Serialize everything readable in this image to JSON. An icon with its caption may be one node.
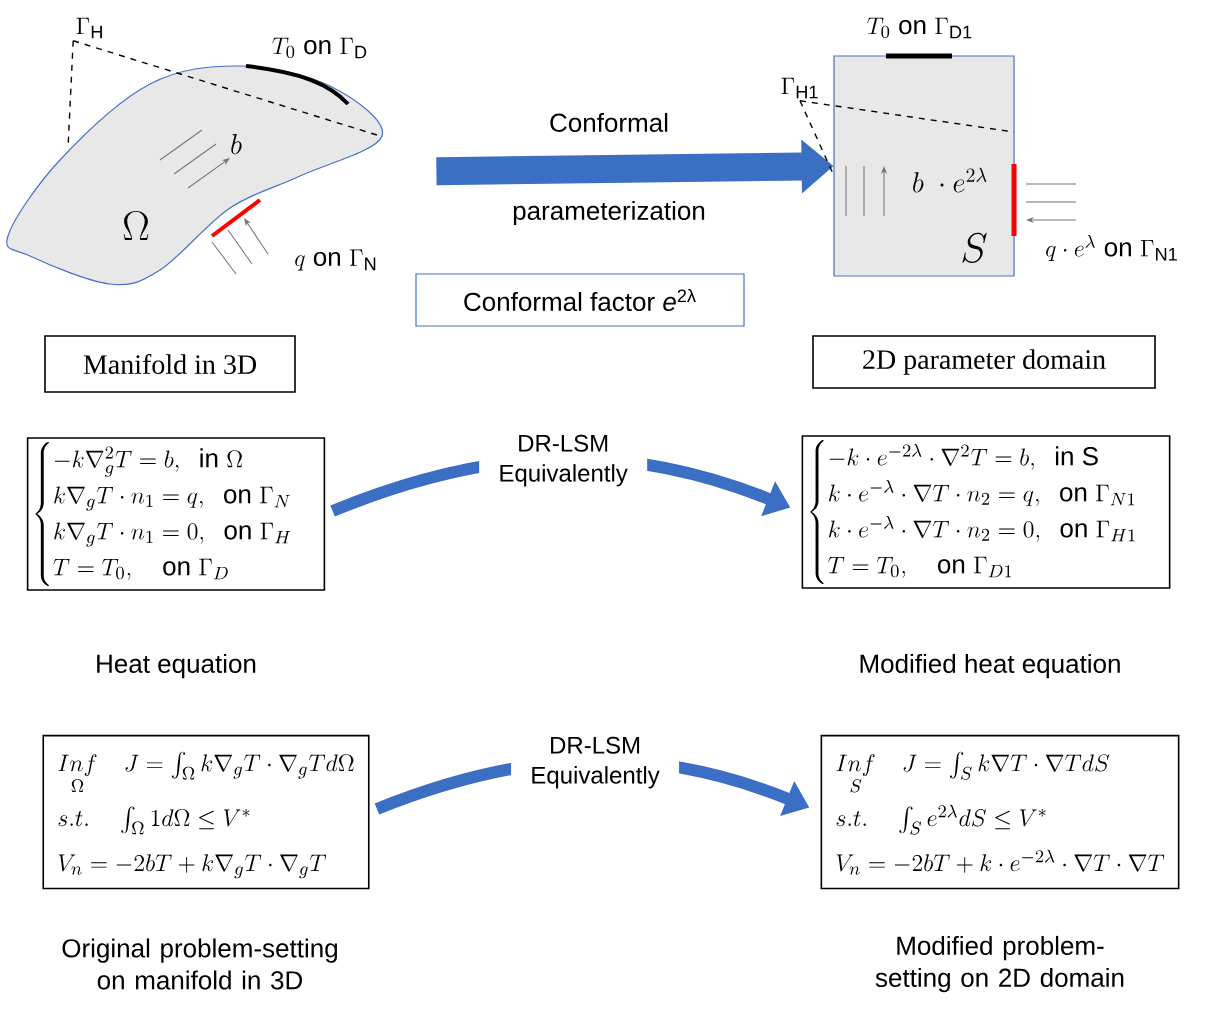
{
  "diagram": {
    "nodes": [
      {
        "text": [
          "b",
          "\\Omega"
        ],
        "beside": [
          "T_0~\\mathrm{on}~\\Gamma_{\\mathrm{D}}",
          "q~\\mathrm{on}~\\Gamma_{\\mathrm{N}}"
        ]
      },
      {
        "text": [
          "b~\\cdot e^{2\\lambda}",
          "S"
        ],
        "beside": [
          "T_0~\\mathrm{on}~\\Gamma_{\\mathrm{D1}}",
          "q\\cdot e^{\\lambda}~\\mathrm{on}~\\Gamma_{\\mathrm{N1}}"
        ]
      },
      {
        "text": [
          "Conformal factor *e*$^{2λ}$"
        ]
      },
      {
        "text": [
          "Manifold in 3D"
        ]
      },
      {
        "text": [
          "\\begin{cases} -k\\nabla_g^2 T = b,~~\\mathrm{in}~\\Omega \\\\ k\\nabla_g T\\cdot n_1 = q,~~\\mathrm{on}~\\Gamma_N \\\\ k\\nabla_g T\\cdot n_1 = 0,~~\\mathrm{on}~\\Gamma_H \\\\ T = T_0,\\quad \\mathrm{on}~\\Gamma_D \\end{cases}"
        ],
        "beside": [
          "Heat equation"
        ]
      },
      {
        "text": [
          "2D parameter domain"
        ]
      },
      {
        "text": [
          "\\begin{cases} -k\\cdot e^{-2\\lambda}\\cdot\\nabla^2 T = b,~~\\mathrm{in~S} \\\\ k\\cdot e^{-\\lambda}\\cdot\\nabla T\\cdot n_2 = q,~~\\mathrm{on}~\\Gamma_{N1} \\\\ k\\cdot e^{-\\lambda}\\cdot\\nabla T\\cdot n_2 = 0,~~\\mathrm{on}~\\Gamma_{H1} \\\\ T = T_0,\\quad \\mathrm{on}~\\Gamma_{D1} \\end{cases}"
        ],
        "beside": [
          "Modified heat equation"
        ]
      },
      {
        "text": [
          "\\begin{array}{l} \\underset{\\Omega}{Inf}\\quad J = \\int_\\Omega k\\nabla_g T\\cdot\\nabla_g T d\\Omega \\\\ s.t.\\quad \\int_\\Omega 1 d\\Omega \\le V^* \\\\ V_n = -2bT + k\\nabla_g T\\cdot\\nabla_g T \\end{array}"
        ],
        "beside": [
          "Original problem-setting on manifold in 3D"
        ]
      },
      {
        "text": [
          "\\begin{array}{l} \\underset{S}{Inf}\\quad J = \\int_S k\\nabla T\\cdot\\nabla T dS \\\\ s.t.\\quad \\int_S e^{2\\lambda} dS \\le V^* \\\\ V_n = -2bT + k\\cdot e^{-2\\lambda}\\cdot\\nabla T\\cdot\\nabla T \\end{array}"
        ],
        "beside": [
          "Modified problem-setting on 2D domain"
        ]
      },
      {
        "text": [
          "\\Gamma_{\\mathrm{H}}"
        ]
      },
      {
        "text": [
          "\\Gamma_{\\mathrm{H1}}"
        ]
      }
    ],
    "edges": [
      {
        "from": 0,
        "to": 1,
        "arrow": "to",
        "label": "Conformal parameterization",
        "style": "thick",
        "color": "#3a6fc4"
      },
      {
        "from": 4,
        "to": 6,
        "arrow": "to",
        "label": "DR-LSM Equivalently",
        "style": "thick",
        "color": "#3a6fc4"
      },
      {
        "from": 7,
        "to": 8,
        "arrow": "to",
        "label": "DR-LSM Equivalently",
        "style": "thick",
        "color": "#3a6fc4"
      },
      {
        "from": 9,
        "to": 0,
        "arrow": "none",
        "style": "dashed"
      },
      {
        "from": 9,
        "to": 0,
        "arrow": "none",
        "style": "dashed"
      },
      {
        "from": 10,
        "to": 1,
        "arrow": "none",
        "style": "dashed"
      },
      {
        "from": 10,
        "to": 1,
        "arrow": "none",
        "style": "dashed"
      }
    ]
  }
}
